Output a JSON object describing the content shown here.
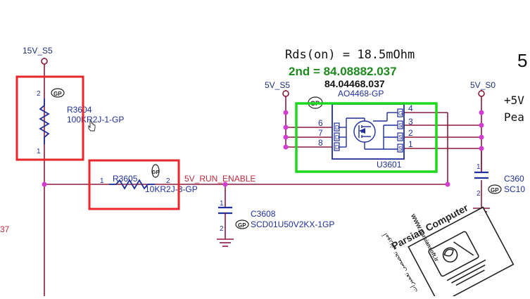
{
  "nets": {
    "v15_s5": "15V_S5",
    "v5_s5": "5V_S5",
    "v5_s0": "5V_S0",
    "v5_run_enable": "5V_RUN_ENABLE"
  },
  "components": {
    "r3604": {
      "ref": "R3604",
      "part": "100KR2J-1-GP",
      "pin_top": "2",
      "pin_bottom": "1"
    },
    "r3605": {
      "ref": "R3605",
      "part": "10KR2J-3-GP",
      "pin_left": "1",
      "pin_right": "2"
    },
    "c3608": {
      "ref": "C3608",
      "part": "SCD01U50V2KX-1GP",
      "pin_top": "1",
      "pin_bottom": "2"
    },
    "c3603": {
      "ref": "C360",
      "part": "SC10",
      "pin_top": "1",
      "pin_bottom": "2"
    },
    "u3601": {
      "ref": "U3601",
      "part": "AO4468-GP",
      "pin_numbers_left": [
        "6",
        "7",
        "8"
      ],
      "pin_numbers_right": [
        "4",
        "3",
        "2",
        "1"
      ],
      "pin_labels_left": [
        "D",
        "D",
        "D"
      ],
      "pin_labels_right": [
        "G",
        "S",
        "S",
        "S"
      ]
    }
  },
  "annotations": {
    "rds_on": "Rds(on) = 18.5mOhm",
    "second": "2nd = 84.08882.037",
    "part_number": "84.04468.037",
    "right_line1": "+5V",
    "right_line2": "Pea",
    "edge_digit": "5",
    "left_edge": "37"
  },
  "watermark": {
    "title": "Parsian Computer",
    "url": "WWW.parsiansoft.ir",
    "persian": "آموزش تخصصی تعمیرات"
  },
  "colors": {
    "wire": "#8b1a3a",
    "net_label": "#c0283c",
    "junction": "#d23cd2",
    "component": "#1f2f9c",
    "text_blue": "#1f2f7a",
    "highlight_red": "#e8262b",
    "highlight_green": "#1ed81e",
    "green_text": "#1e8a1e"
  }
}
